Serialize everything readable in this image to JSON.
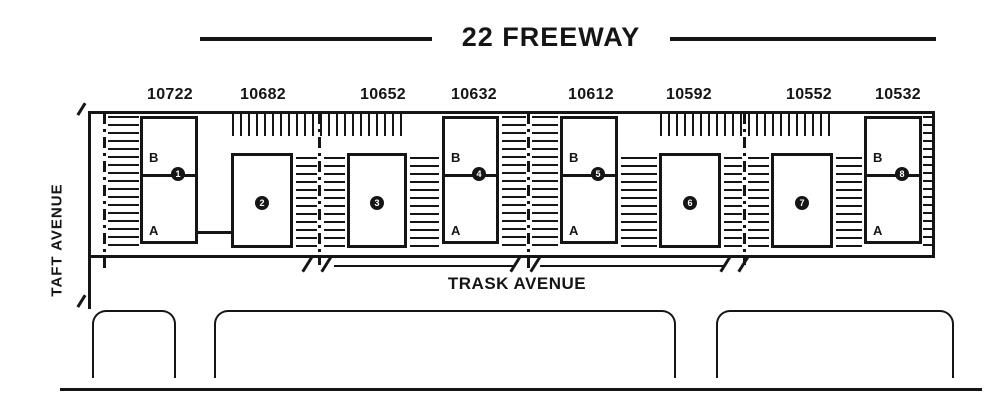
{
  "title": "22 FREEWAY",
  "streets": {
    "left_vertical": "TAFT AVENUE",
    "bottom": "TRASK AVENUE"
  },
  "buildings": [
    {
      "address": "10722",
      "type": "tall",
      "unit_top": "B",
      "unit_bottom": "A",
      "marker": "1"
    },
    {
      "address": "10682",
      "type": "short",
      "marker": "2"
    },
    {
      "address": "10652",
      "type": "short",
      "marker": "3"
    },
    {
      "address": "10632",
      "type": "tall",
      "unit_top": "B",
      "unit_bottom": "A",
      "marker": "4"
    },
    {
      "address": "10612",
      "type": "tall",
      "unit_top": "B",
      "unit_bottom": "A",
      "marker": "5"
    },
    {
      "address": "10592",
      "type": "short",
      "marker": "6"
    },
    {
      "address": "10552",
      "type": "short",
      "marker": "7"
    },
    {
      "address": "10532",
      "type": "tall",
      "unit_top": "B",
      "unit_bottom": "A",
      "marker": "8"
    }
  ],
  "colors": {
    "ink": "#151515",
    "paper": "#ffffff"
  }
}
